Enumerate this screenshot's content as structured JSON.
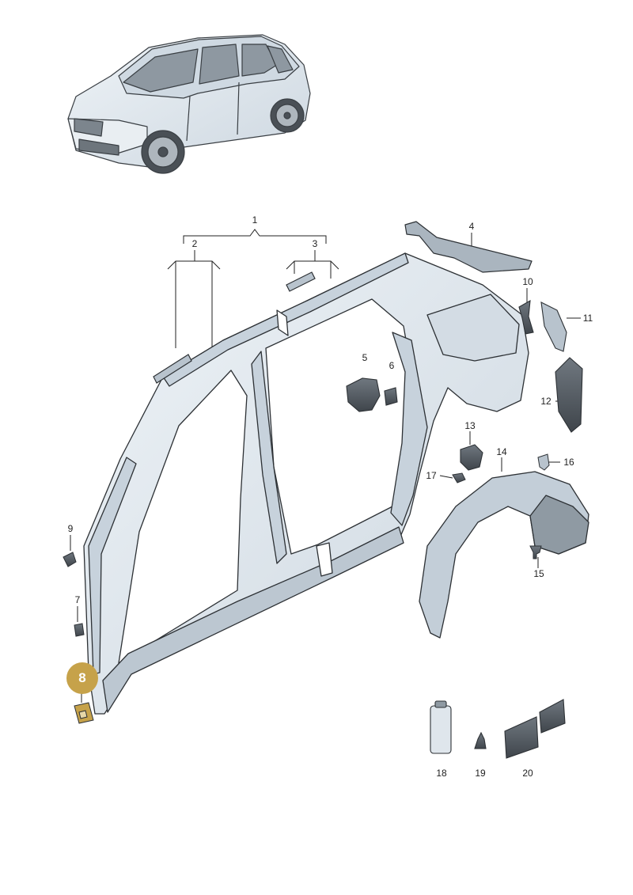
{
  "colors": {
    "part_fill": "#dfe7ee",
    "part_shade": "#c7d2dc",
    "part_dark": "#4d545b",
    "outline": "#2d3135",
    "highlight": "#c6a24a",
    "highlight_text": "#ffffff"
  },
  "callouts": [
    {
      "id": "1",
      "label": "1"
    },
    {
      "id": "2",
      "label": "2"
    },
    {
      "id": "3",
      "label": "3"
    },
    {
      "id": "4",
      "label": "4"
    },
    {
      "id": "5",
      "label": "5"
    },
    {
      "id": "6",
      "label": "6"
    },
    {
      "id": "7",
      "label": "7"
    },
    {
      "id": "8",
      "label": "8",
      "highlighted": true
    },
    {
      "id": "9",
      "label": "9"
    },
    {
      "id": "10",
      "label": "10"
    },
    {
      "id": "11",
      "label": "11"
    },
    {
      "id": "12",
      "label": "12"
    },
    {
      "id": "13",
      "label": "13"
    },
    {
      "id": "14",
      "label": "14"
    },
    {
      "id": "15",
      "label": "15"
    },
    {
      "id": "16",
      "label": "16"
    },
    {
      "id": "17",
      "label": "17"
    },
    {
      "id": "18",
      "label": "18"
    },
    {
      "id": "19",
      "label": "19"
    },
    {
      "id": "20",
      "label": "20"
    }
  ]
}
